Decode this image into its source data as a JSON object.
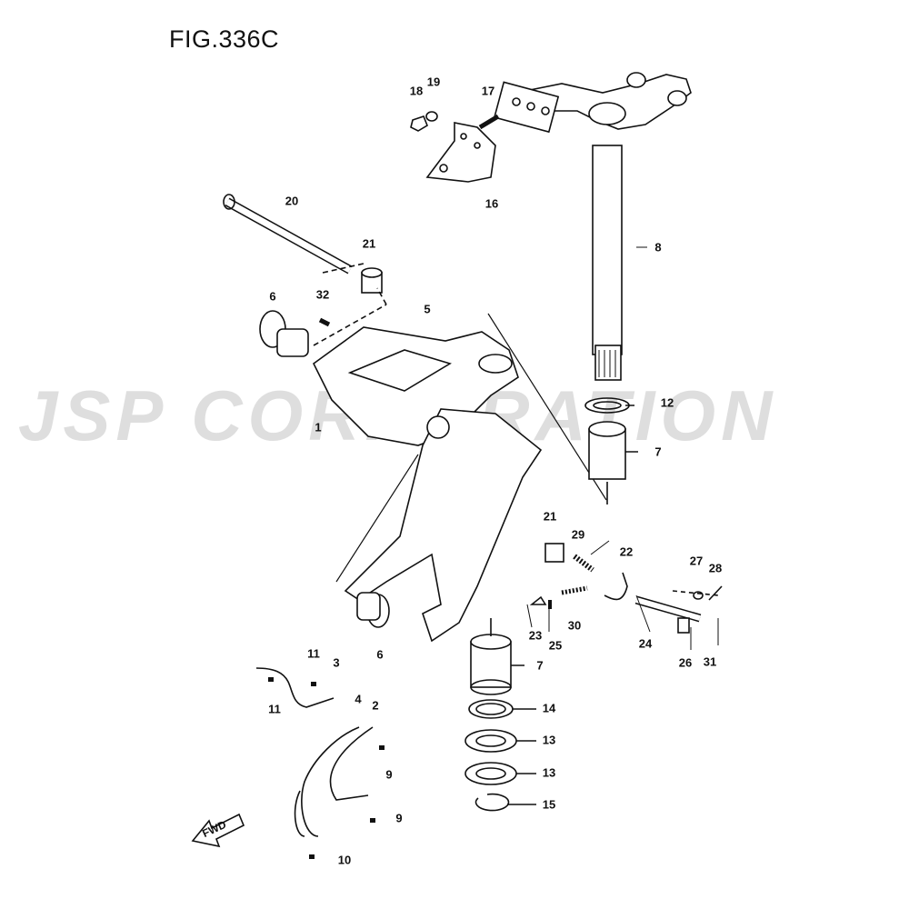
{
  "title": "FIG.336C",
  "watermark": "JSP CORPORATION",
  "fwd_label": "FWD",
  "labels": [
    "18",
    "19",
    "17",
    "16",
    "20",
    "21",
    "8",
    "6",
    "32",
    "5",
    "12",
    "1",
    "7",
    "21",
    "29",
    "22",
    "27",
    "28",
    "30",
    "23",
    "25",
    "24",
    "26",
    "31",
    "6",
    "7",
    "11",
    "3",
    "11",
    "4",
    "2",
    "14",
    "13",
    "9",
    "13",
    "15",
    "9",
    "10"
  ]
}
